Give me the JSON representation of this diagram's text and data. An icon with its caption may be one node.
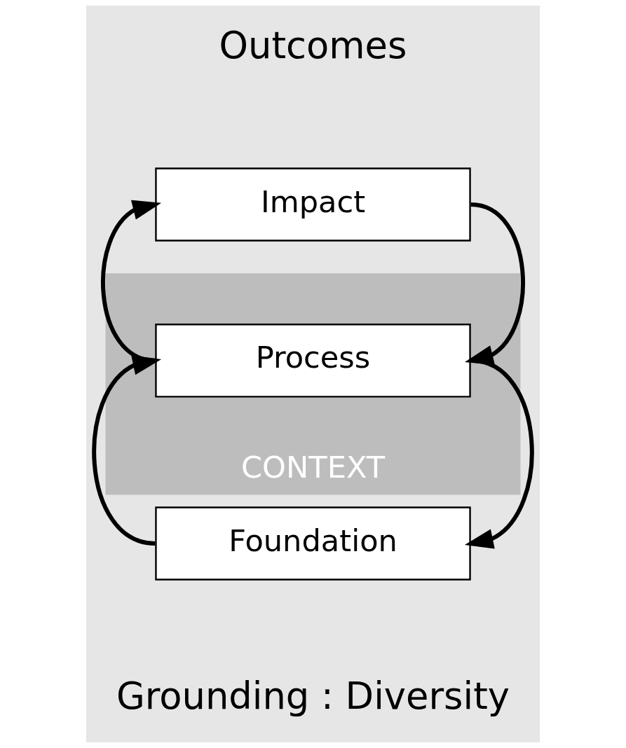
{
  "diagram": {
    "nodes": [
      {
        "text": [
          "CONTEXT"
        ]
      },
      {
        "text": [
          "Impact"
        ]
      },
      {
        "text": [
          "Process"
        ],
        "in": 0
      },
      {
        "text": [
          "Foundation"
        ]
      }
    ],
    "edges": [
      {
        "from": 2,
        "to": 1,
        "arrow": "to"
      },
      {
        "from": 1,
        "to": 2,
        "arrow": "to"
      },
      {
        "from": 3,
        "to": 2,
        "arrow": "to"
      },
      {
        "from": 2,
        "to": 3,
        "arrow": "to"
      }
    ],
    "labels": [
      "Outcomes",
      "Grounding : Diversity"
    ]
  }
}
